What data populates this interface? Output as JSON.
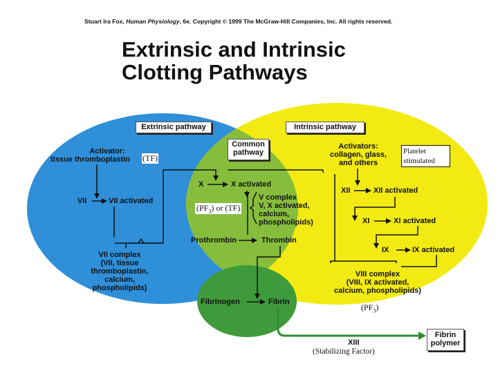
{
  "copyright": "Stuart Ira Fox, Human Physiology, 6e. Copyright © 1999 The McGraw-Hill Companies, Inc. All rights reserved.",
  "title_line1": "Extrinsic and Intrinsic",
  "title_line2": "Clotting Pathways",
  "headers": {
    "extrinsic": "Extrinsic pathway",
    "intrinsic": "Intrinsic pathway",
    "common_line1": "Common",
    "common_line2": "pathway"
  },
  "extrinsic": {
    "activator_line1": "Activator:",
    "activator_line2": "tissue thromboplastin",
    "tf_note": "(TF)",
    "vii": "VII",
    "vii_activated": "VII activated",
    "complex_line1": "VII complex",
    "complex_line2": "(VII, tissue",
    "complex_line3": "thromboplastin,",
    "complex_line4": "calcium,",
    "complex_line5": "phospholipids)"
  },
  "intrinsic": {
    "activators_line1": "Activators:",
    "activators_line2": "collagen, glass,",
    "activators_line3": "and others",
    "platelet_line1": "Platelet",
    "platelet_line2": "stimulated",
    "xii": "XII",
    "xii_activated": "XII activated",
    "xi": "XI",
    "xi_activated": "XI activated",
    "ix": "IX",
    "ix_activated": "IX activated",
    "complex_line1": "VIII complex",
    "complex_line2": "(VIII, IX activated,",
    "complex_line3": "calcium, phospholipids)",
    "pf3_note": "(PF",
    "pf3_sub": "3",
    "pf3_close": ")"
  },
  "common": {
    "x": "X",
    "x_activated": "X activated",
    "v_line1": "V complex",
    "v_line2": "V, X activated,",
    "v_line3": "calcium,",
    "v_line4": "phospholipids)",
    "pf3_or_tf_a": "(PF",
    "pf3_or_tf_sub": "3",
    "pf3_or_tf_b": ") or (TF)",
    "prothrombin": "Prothrombin",
    "thrombin": "Thrombin",
    "fibrinogen": "Fibrinogen",
    "fibrin": "Fibrin",
    "xiii": "XIII",
    "stabilizing": "(Stabilizing Factor)",
    "polymer_line1": "Fibrin",
    "polymer_line2": "polymer"
  },
  "colors": {
    "extrinsic_blue": "#2f8fd8",
    "intrinsic_yellow": "#f2ea12",
    "overlap_green": "#86bd3c",
    "fibrin_green": "#3e9a3a",
    "arrow_green": "#2e8b2e"
  }
}
